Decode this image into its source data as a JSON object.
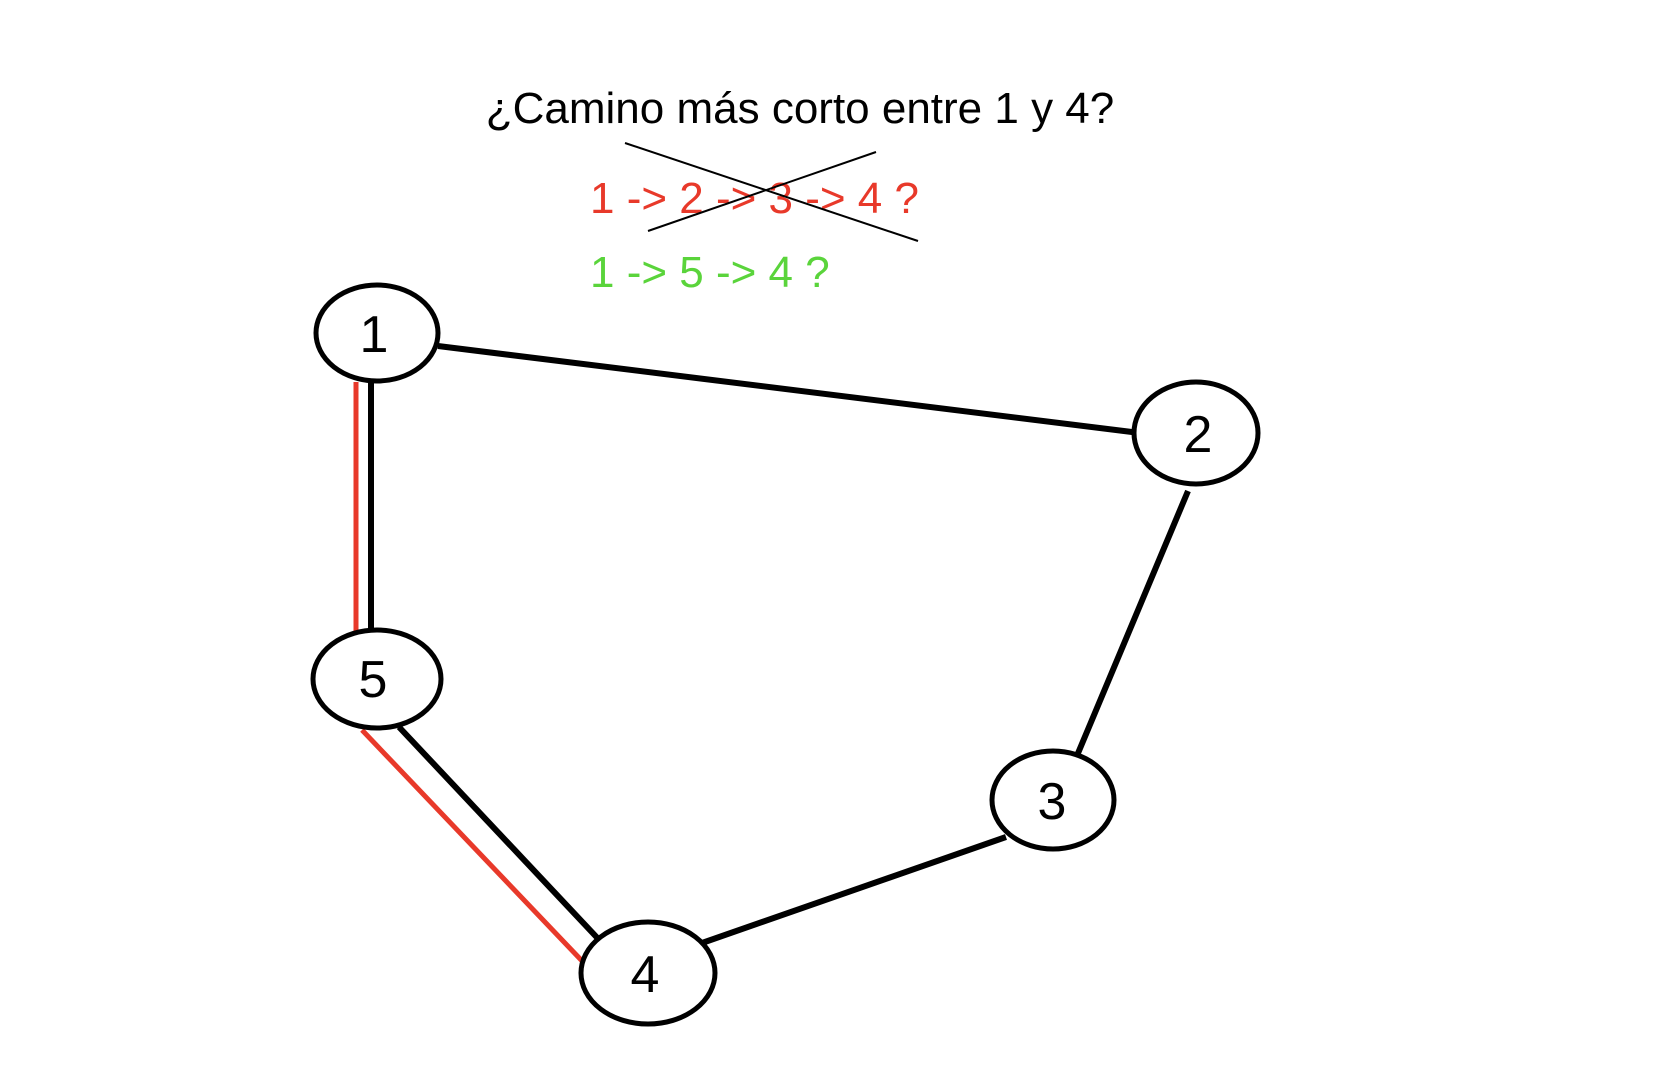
{
  "title": "¿Camino más corto entre 1 y 4?",
  "rejected_path": "1 -> 2 -> 3 -> 4 ?",
  "accepted_path": "1 -> 5 -> 4 ?",
  "colors": {
    "rejected": "#e8392a",
    "accepted": "#5ad43b",
    "edge": "#000000",
    "highlight": "#e8392a"
  },
  "nodes": [
    {
      "id": "1",
      "label": "1"
    },
    {
      "id": "2",
      "label": "2"
    },
    {
      "id": "3",
      "label": "3"
    },
    {
      "id": "4",
      "label": "4"
    },
    {
      "id": "5",
      "label": "5"
    }
  ],
  "edges": [
    {
      "from": "1",
      "to": "2",
      "highlighted": false
    },
    {
      "from": "2",
      "to": "3",
      "highlighted": false
    },
    {
      "from": "3",
      "to": "4",
      "highlighted": false
    },
    {
      "from": "1",
      "to": "5",
      "highlighted": true
    },
    {
      "from": "5",
      "to": "4",
      "highlighted": true
    }
  ]
}
